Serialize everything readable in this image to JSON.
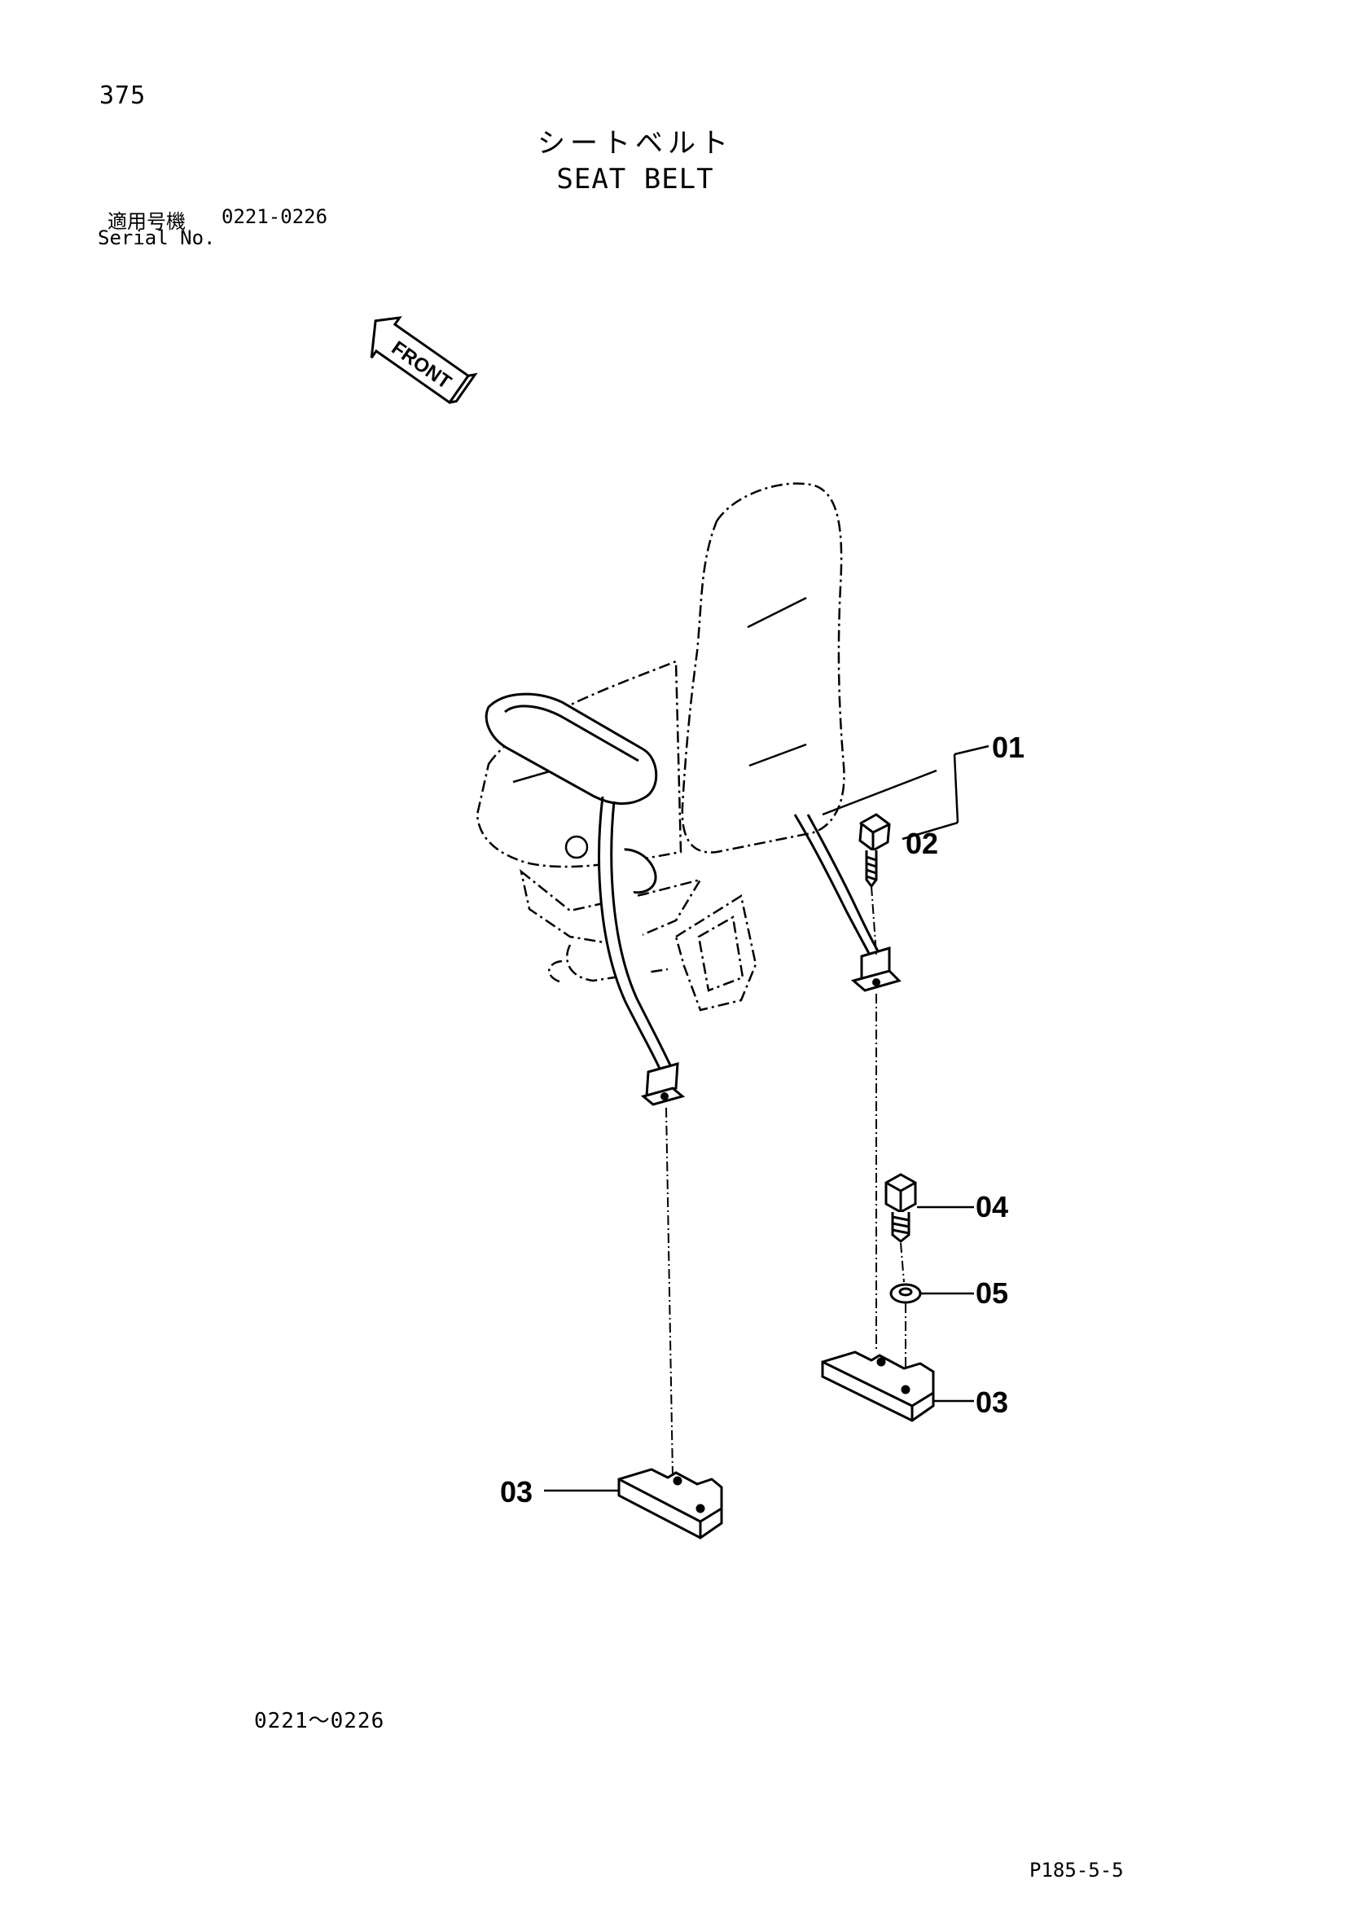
{
  "page_number": "375",
  "title_jp": "シートベルト",
  "title_en": "SEAT BELT",
  "serial": {
    "label_jp": "適用号機",
    "range": "0221-0226",
    "label_en": "Serial No."
  },
  "front_label": "FRONT",
  "callouts": {
    "c01": "01",
    "c02": "02",
    "c03a": "03",
    "c03b": "03",
    "c04": "04",
    "c05": "05"
  },
  "applicable_range": "0221～0226",
  "page_code": "P185-5-5"
}
